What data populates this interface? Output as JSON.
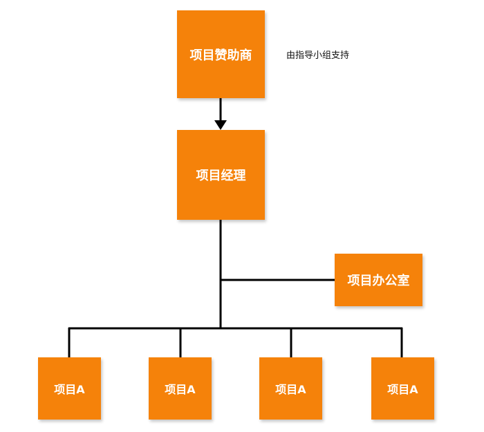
{
  "diagram": {
    "nodes": {
      "sponsor": "项目赞助商",
      "manager": "项目经理",
      "office": "项目办公室",
      "projects": [
        "项目A",
        "项目A",
        "项目A",
        "项目A"
      ]
    },
    "note": "由指导小组支持"
  },
  "colors": {
    "box_fill": "#f5820a",
    "box_text": "#ffffff",
    "line": "#000000"
  }
}
